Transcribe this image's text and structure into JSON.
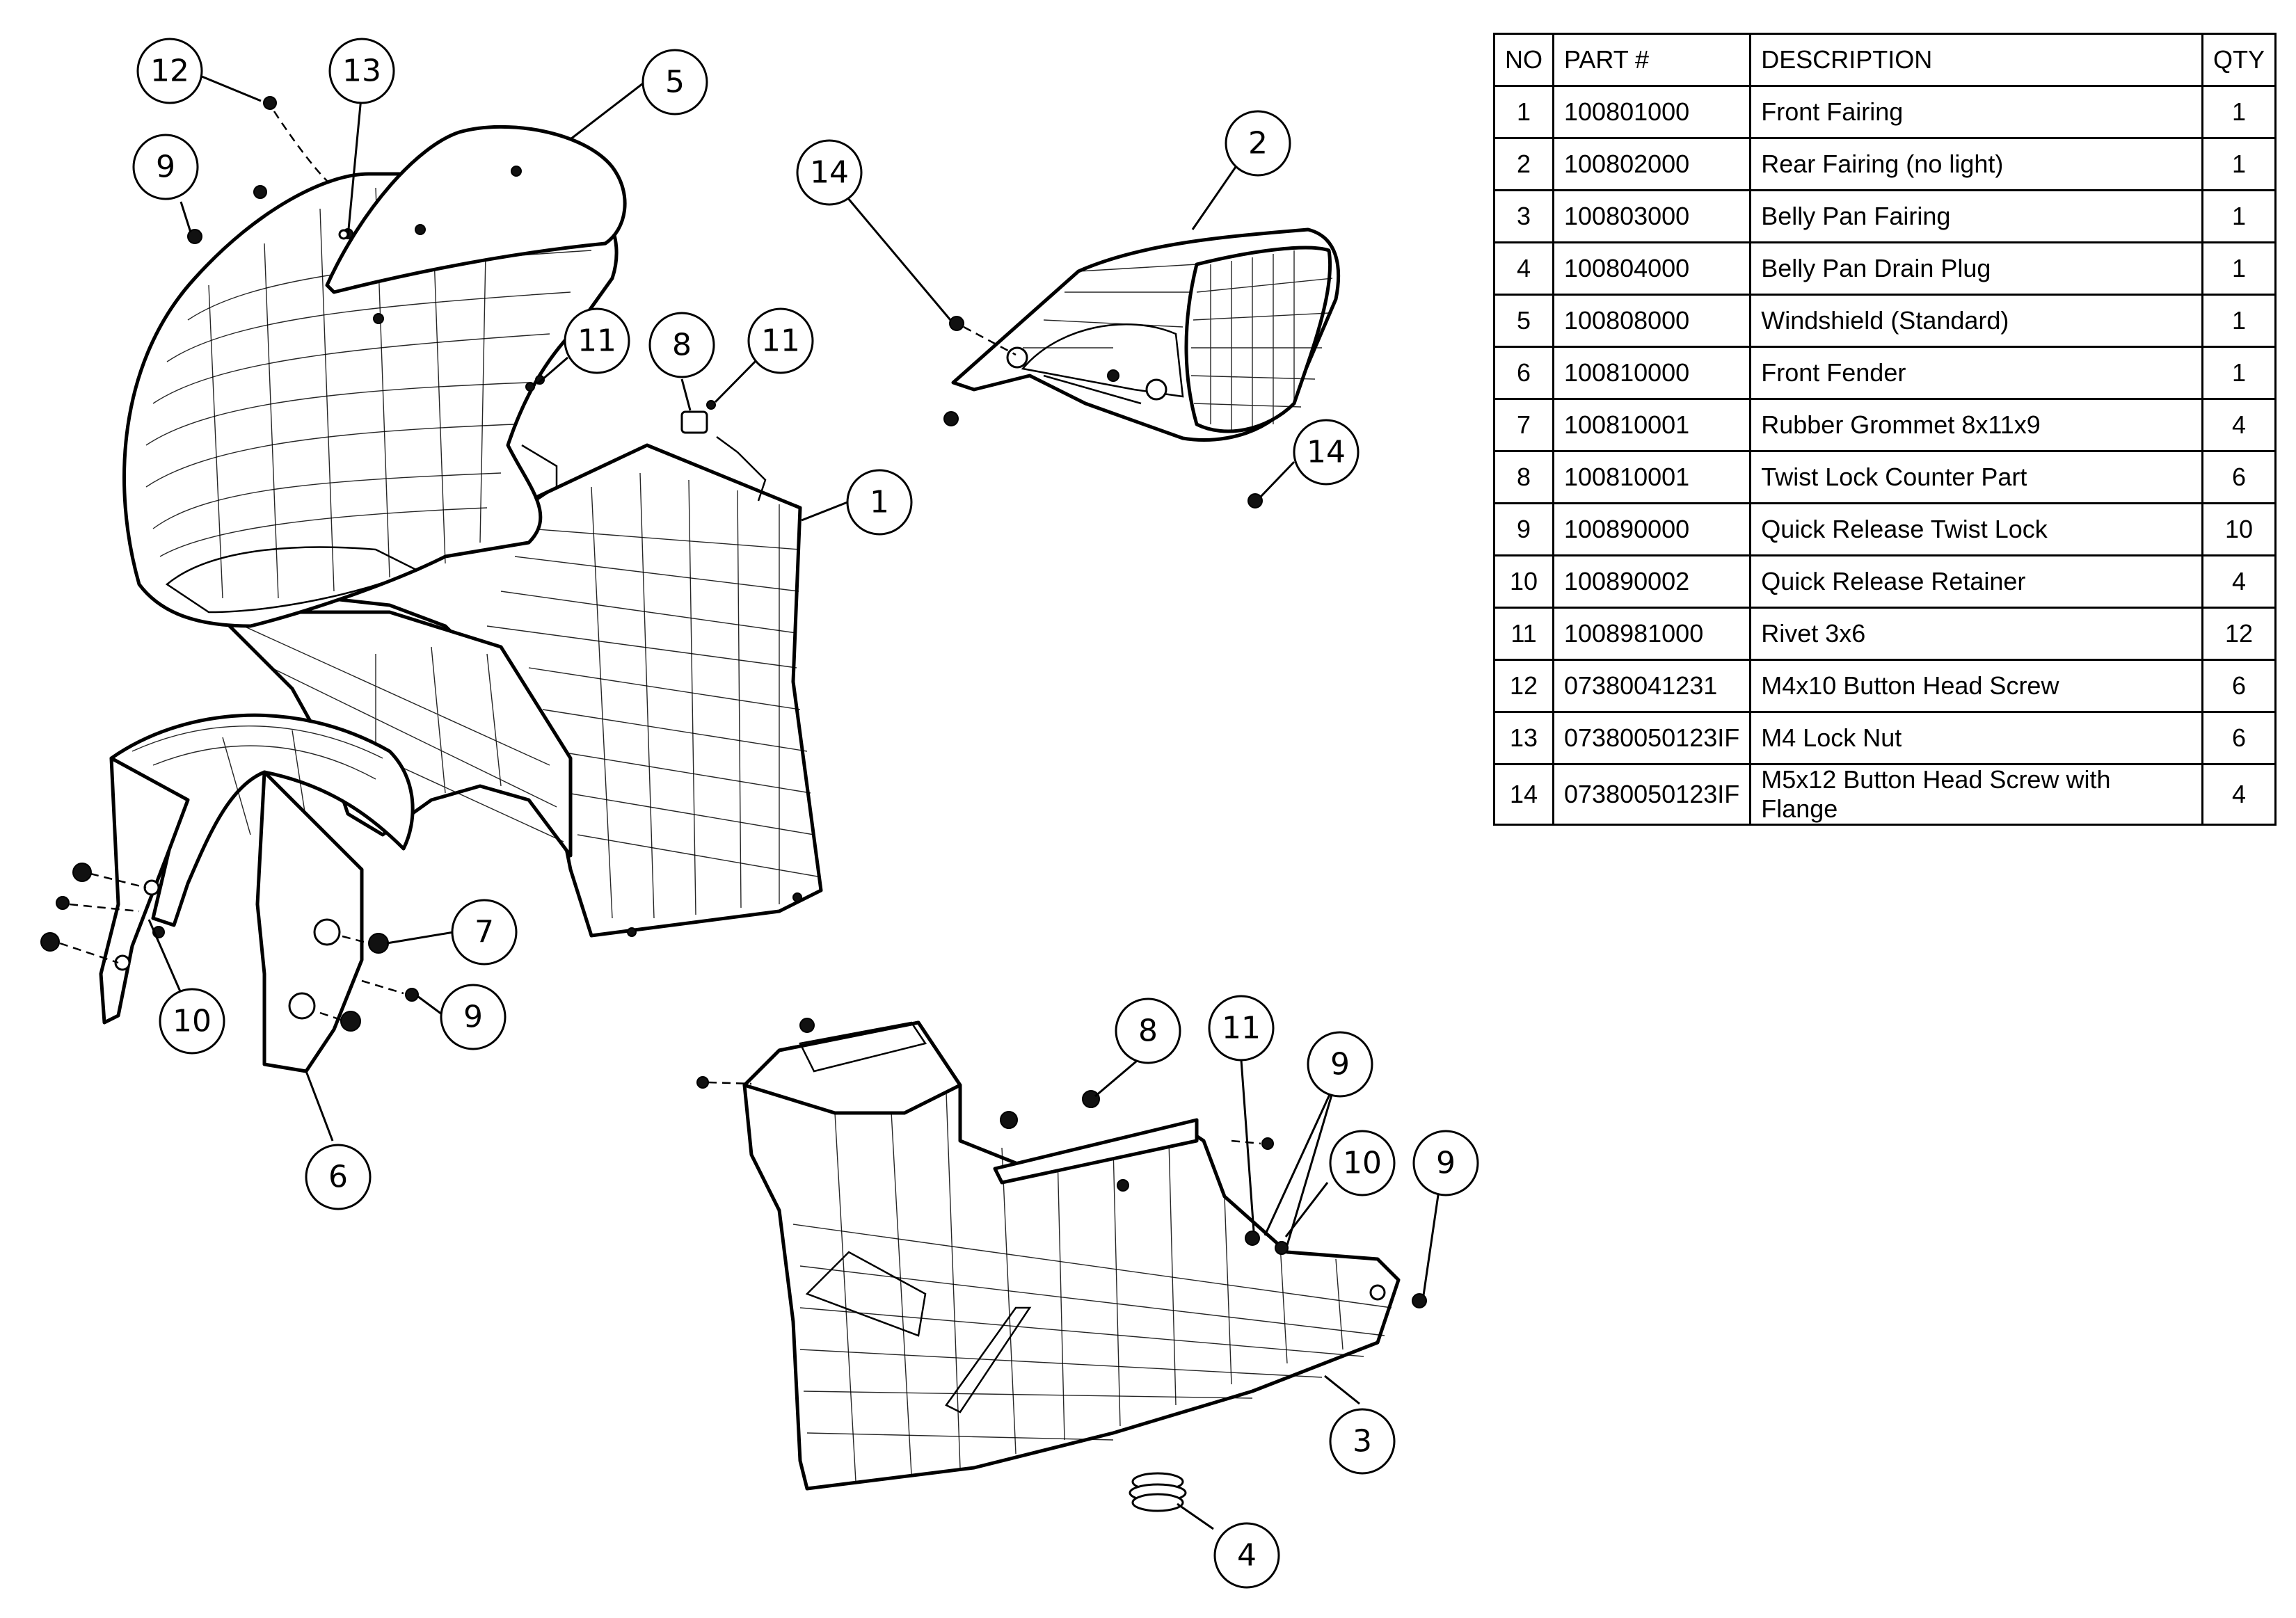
{
  "table": {
    "headers": {
      "no": "NO",
      "part": "PART #",
      "description": "DESCRIPTION",
      "qty": "QTY"
    },
    "rows": [
      {
        "no": "1",
        "part": "100801000",
        "description": "Front Fairing",
        "qty": "1"
      },
      {
        "no": "2",
        "part": "100802000",
        "description": "Rear Fairing (no light)",
        "qty": "1"
      },
      {
        "no": "3",
        "part": "100803000",
        "description": "Belly Pan Fairing",
        "qty": "1"
      },
      {
        "no": "4",
        "part": "100804000",
        "description": "Belly Pan Drain Plug",
        "qty": "1"
      },
      {
        "no": "5",
        "part": "100808000",
        "description": "Windshield (Standard)",
        "qty": "1"
      },
      {
        "no": "6",
        "part": "100810000",
        "description": "Front Fender",
        "qty": "1"
      },
      {
        "no": "7",
        "part": "100810001",
        "description": "Rubber Grommet 8x11x9",
        "qty": "4"
      },
      {
        "no": "8",
        "part": "100810001",
        "description": "Twist Lock Counter Part",
        "qty": "6"
      },
      {
        "no": "9",
        "part": "100890000",
        "description": "Quick Release Twist Lock",
        "qty": "10"
      },
      {
        "no": "10",
        "part": "100890002",
        "description": "Quick Release Retainer",
        "qty": "4"
      },
      {
        "no": "11",
        "part": "1008981000",
        "description": "Rivet 3x6",
        "qty": "12"
      },
      {
        "no": "12",
        "part": "07380041231",
        "description": "M4x10 Button Head Screw",
        "qty": "6"
      },
      {
        "no": "13",
        "part": "07380050123IF",
        "description": "M4 Lock Nut",
        "qty": "6"
      },
      {
        "no": "14",
        "part": "07380050123IF",
        "description": "M5x12 Button Head Screw with Flange",
        "qty": "4"
      }
    ]
  },
  "callouts": {
    "c12": "12",
    "c13": "13",
    "c5": "5",
    "c9a": "9",
    "c14a": "14",
    "c2": "2",
    "c11a": "11",
    "c8a": "8",
    "c11b": "11",
    "c14b": "14",
    "c1": "1",
    "c7": "7",
    "c9b": "9",
    "c10a": "10",
    "c6": "6",
    "c8b": "8",
    "c11c": "11",
    "c9c": "9",
    "c10b": "10",
    "c9d": "9",
    "c3": "3",
    "c4": "4"
  }
}
